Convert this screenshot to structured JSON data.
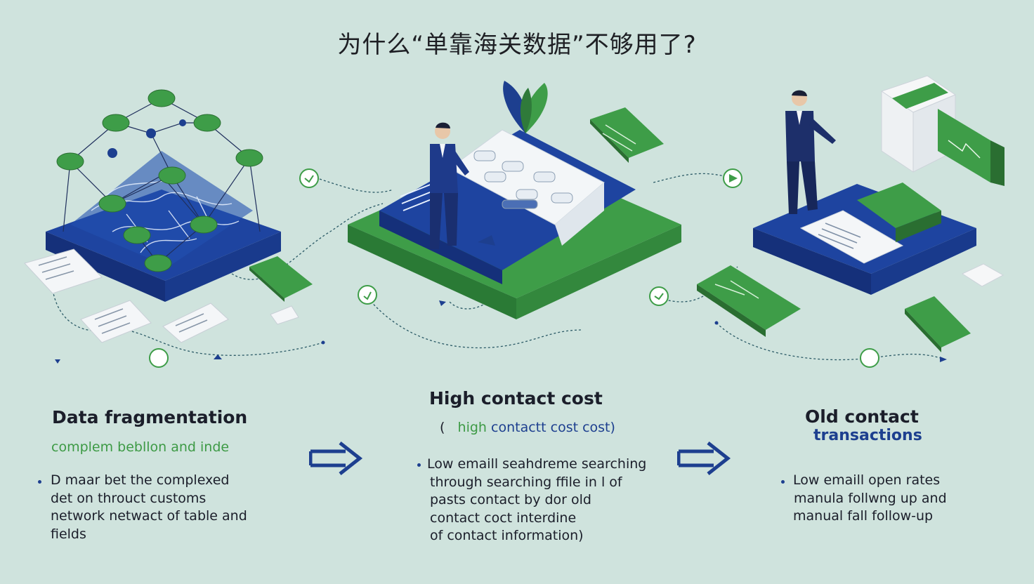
{
  "title": "为什么“单靠海关数据”不够用了?",
  "columns": [
    {
      "heading": "Data fragmentation",
      "subtitle": "complem bebllon and inde",
      "bullet_lines": [
        "D maar bet the complexed",
        "det on throuct customs",
        "network netwact of table and",
        "fields"
      ]
    },
    {
      "heading": "High contact cost",
      "subtitle_open": "(",
      "subtitle_green": "high",
      "subtitle_rest": "contactt cost cost)",
      "bullet_lines": [
        "Low emaill seahdreme searching",
        "through searching ffile in l of",
        "pasts contact by dor old",
        "contact coct interdine",
        "of contact information)"
      ]
    },
    {
      "heading": "Old contact",
      "heading_line2": "transactions",
      "bullet_lines": [
        "Low emaill open rates",
        "manula follwng up and",
        "manual fall follow-up"
      ]
    }
  ],
  "arrows": [
    {
      "icon": "double-arrow-right-icon"
    },
    {
      "icon": "double-arrow-right-icon"
    }
  ],
  "colors": {
    "background": "#cfe3dd",
    "navy": "#1d3f8f",
    "green": "#3d9a45",
    "text": "#1b1e2a"
  }
}
